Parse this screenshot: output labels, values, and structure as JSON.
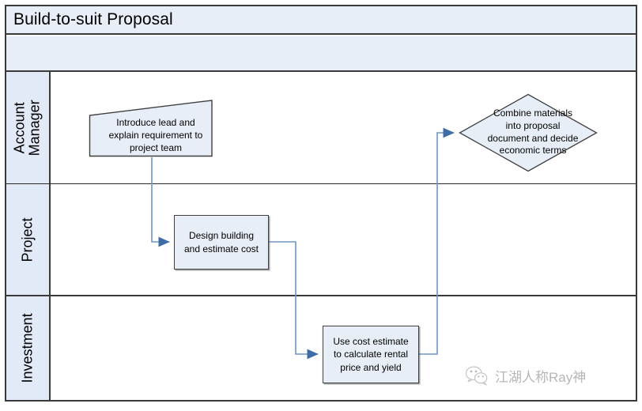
{
  "diagram": {
    "title": "Build-to-suit Proposal",
    "subtitle": "",
    "type": "swimlane-flowchart",
    "colors": {
      "shape_fill": "#E8EEF8",
      "lane_header_fill": "#E2EAF7",
      "shape_border": "#3F3F3F",
      "frame_border": "#3A3A3A",
      "connector": "#6E95C8",
      "arrowhead": "#3E6CA8",
      "text": "#000000"
    },
    "lanes": [
      {
        "id": "lane-account-manager",
        "label": "Account\nManager",
        "nodes": [
          "node-introduce-lead",
          "node-combine-materials"
        ]
      },
      {
        "id": "lane-project",
        "label": "Project",
        "nodes": [
          "node-design-building"
        ]
      },
      {
        "id": "lane-investment",
        "label": "Investment",
        "nodes": [
          "node-use-cost-estimate"
        ]
      }
    ],
    "nodes": [
      {
        "id": "node-introduce-lead",
        "shape": "trapezoid",
        "text": "Introduce lead and\nexplain requirement to\nproject team",
        "lane": "Account Manager"
      },
      {
        "id": "node-design-building",
        "shape": "rectangle",
        "text": "Design building\nand estimate cost",
        "lane": "Project"
      },
      {
        "id": "node-use-cost-estimate",
        "shape": "rectangle",
        "text": "Use cost estimate\nto calculate rental\nprice and yield",
        "lane": "Investment"
      },
      {
        "id": "node-combine-materials",
        "shape": "diamond",
        "text": "Combine materials\ninto proposal\ndocument and decide\neconomic terms",
        "lane": "Account Manager"
      }
    ],
    "connectors": [
      {
        "id": "conn-1",
        "from": "node-introduce-lead",
        "to": "node-design-building",
        "arrow": true
      },
      {
        "id": "conn-2",
        "from": "node-design-building",
        "to": "node-use-cost-estimate",
        "arrow": true
      },
      {
        "id": "conn-3",
        "from": "node-use-cost-estimate",
        "to": "node-combine-materials",
        "arrow": true
      }
    ]
  },
  "watermark": {
    "text": "江湖人称Ray神",
    "logo": "wechat-logo"
  }
}
